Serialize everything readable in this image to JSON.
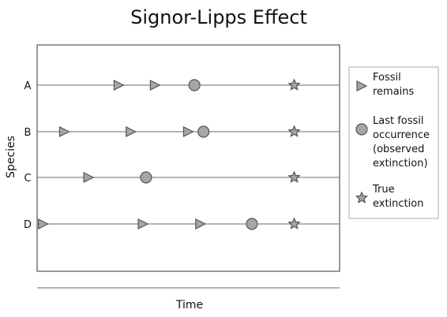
{
  "chart_data": {
    "type": "scatter",
    "title": "Signor-Lipps Effect",
    "xlabel": "Time",
    "ylabel": "Species",
    "xlim": [
      0,
      10
    ],
    "categories": [
      "A",
      "B",
      "C",
      "D"
    ],
    "grid": false,
    "legend_position": "right",
    "series": [
      {
        "name": "Fossil\nremains",
        "marker": "triangle-right",
        "points": [
          {
            "x": 2.7,
            "y": "A"
          },
          {
            "x": 3.9,
            "y": "A"
          },
          {
            "x": 0.9,
            "y": "B"
          },
          {
            "x": 3.1,
            "y": "B"
          },
          {
            "x": 5.0,
            "y": "B"
          },
          {
            "x": 1.7,
            "y": "C"
          },
          {
            "x": 0.2,
            "y": "D"
          },
          {
            "x": 3.5,
            "y": "D"
          },
          {
            "x": 5.4,
            "y": "D"
          }
        ]
      },
      {
        "name": "Last fossil\noccurrence\n(observed\nextinction)",
        "marker": "circle",
        "points": [
          {
            "x": 5.2,
            "y": "A"
          },
          {
            "x": 5.5,
            "y": "B"
          },
          {
            "x": 3.6,
            "y": "C"
          },
          {
            "x": 7.1,
            "y": "D"
          }
        ]
      },
      {
        "name": "True\nextinction",
        "marker": "star",
        "points": [
          {
            "x": 8.5,
            "y": "A"
          },
          {
            "x": 8.5,
            "y": "B"
          },
          {
            "x": 8.5,
            "y": "C"
          },
          {
            "x": 8.5,
            "y": "D"
          }
        ]
      }
    ],
    "colors": {
      "marker_fill": "#a6a6a6",
      "marker_stroke": "#555555",
      "line": "#888888",
      "frame": "#333333"
    }
  }
}
